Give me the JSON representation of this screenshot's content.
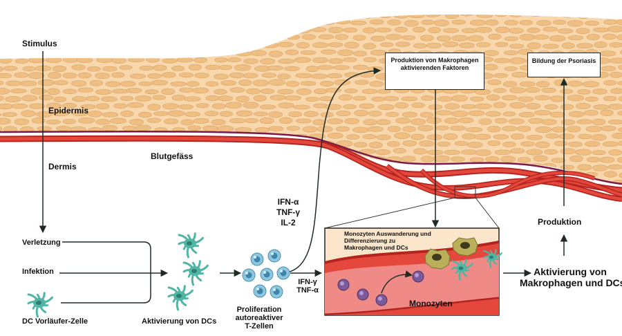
{
  "labels": {
    "stimulus": "Stimulus",
    "epidermis": "Epidermis",
    "blood_vessel": "Blutgefäss",
    "dermis": "Dermis",
    "injury": "Verletzung",
    "infection": "Infektion",
    "dc_precursor": "DC Vorläufer-Zelle",
    "dc_activation": "Aktivierung von DCs",
    "proliferation": [
      "Proliferation",
      "autoreaktiver",
      "T-Zellen"
    ],
    "cytokines_top": [
      "IFN-α",
      "TNF-γ",
      "IL-2"
    ],
    "cytokines_bottom": [
      "IFN-γ",
      "TNF-α"
    ],
    "macrophage_factor_box": [
      "Produktion von Makrophagen",
      "aktivierenden Faktoren"
    ],
    "psoriasis_box": "Bildung der Psoriasis",
    "monocyte_box": [
      "Monozyten Auswanderung und",
      "Differenzierung zu",
      "Makrophagen und DCs"
    ],
    "monocytes": "Monozyten",
    "production": "Produktion",
    "activation_result": [
      "Aktivierung von",
      "Makrophagen und DCs"
    ]
  },
  "colors": {
    "skin_fill": "#f6d3a4",
    "cell_fill": "#eebe82",
    "vessel_red": "#d8322a",
    "membrane": "#7a1a4c",
    "dc_cell": "#4fb6a6",
    "t_cell": "#8fc6df",
    "monocyte": "#7c5a9a",
    "macrophage": "#a9a24a"
  }
}
